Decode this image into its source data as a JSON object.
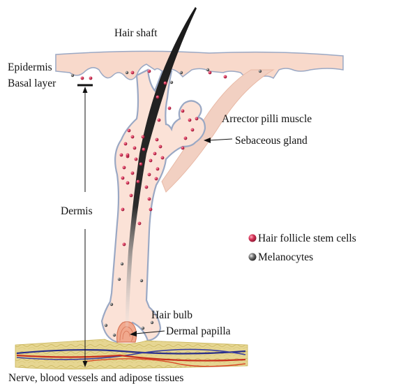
{
  "labels": {
    "hair_shaft": "Hair shaft",
    "epidermis": "Epidermis",
    "basal_layer": "Basal layer",
    "arrector_pilli_muscle": "Arrector pilli muscle",
    "sebaceous_gland": "Sebaceous gland",
    "dermis": "Dermis",
    "hair_bulb": "Hair bulb",
    "dermal_papilla": "Dermal papilla",
    "bottom_tissues": "Nerve, blood vessels and adipose tissues"
  },
  "legend": [
    {
      "label": "Hair follicle stem cells",
      "icon": "red-cell-dot",
      "color": "#d8365a"
    },
    {
      "label": "Melanocytes",
      "icon": "gray-cell-dot",
      "color": "#555555"
    }
  ],
  "colors": {
    "skin": "#f7d6c8",
    "follicle_outline": "#9aa8c4",
    "stem_cell": "#d8365a",
    "melanocyte": "#555555",
    "hair": "#1a1a1a",
    "adipose": "#e2d187",
    "nerve": "#2a2f8a",
    "vessel": "#c9301e"
  }
}
